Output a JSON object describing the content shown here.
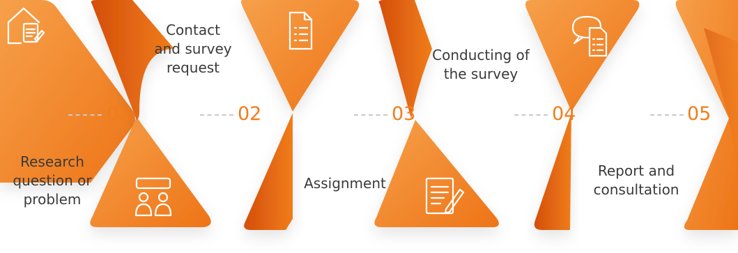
{
  "colors": {
    "primary": "#f07d1a",
    "shade": "#d9540e",
    "light": "#f6a04a",
    "text": "#3a3a3a",
    "dash": "#c9c9c9",
    "icon": "#ffffff"
  },
  "steps": [
    {
      "number": "01",
      "lines": [
        "Research",
        "question or",
        "problem"
      ],
      "icons": [
        "house-document-icon",
        "meeting-people-icon"
      ]
    },
    {
      "number": "02",
      "lines": [
        "Contact",
        "and survey",
        "request"
      ],
      "icons": [
        "document-list-icon"
      ]
    },
    {
      "number": "03",
      "lines": [
        "Assignment"
      ],
      "icons": [
        "document-pen-icon"
      ]
    },
    {
      "number": "04",
      "lines": [
        "Conducting of",
        "the survey"
      ],
      "icons": [
        "chat-document-icon"
      ]
    },
    {
      "number": "05",
      "lines": [
        "Report and",
        "consultation"
      ],
      "icons": []
    }
  ]
}
